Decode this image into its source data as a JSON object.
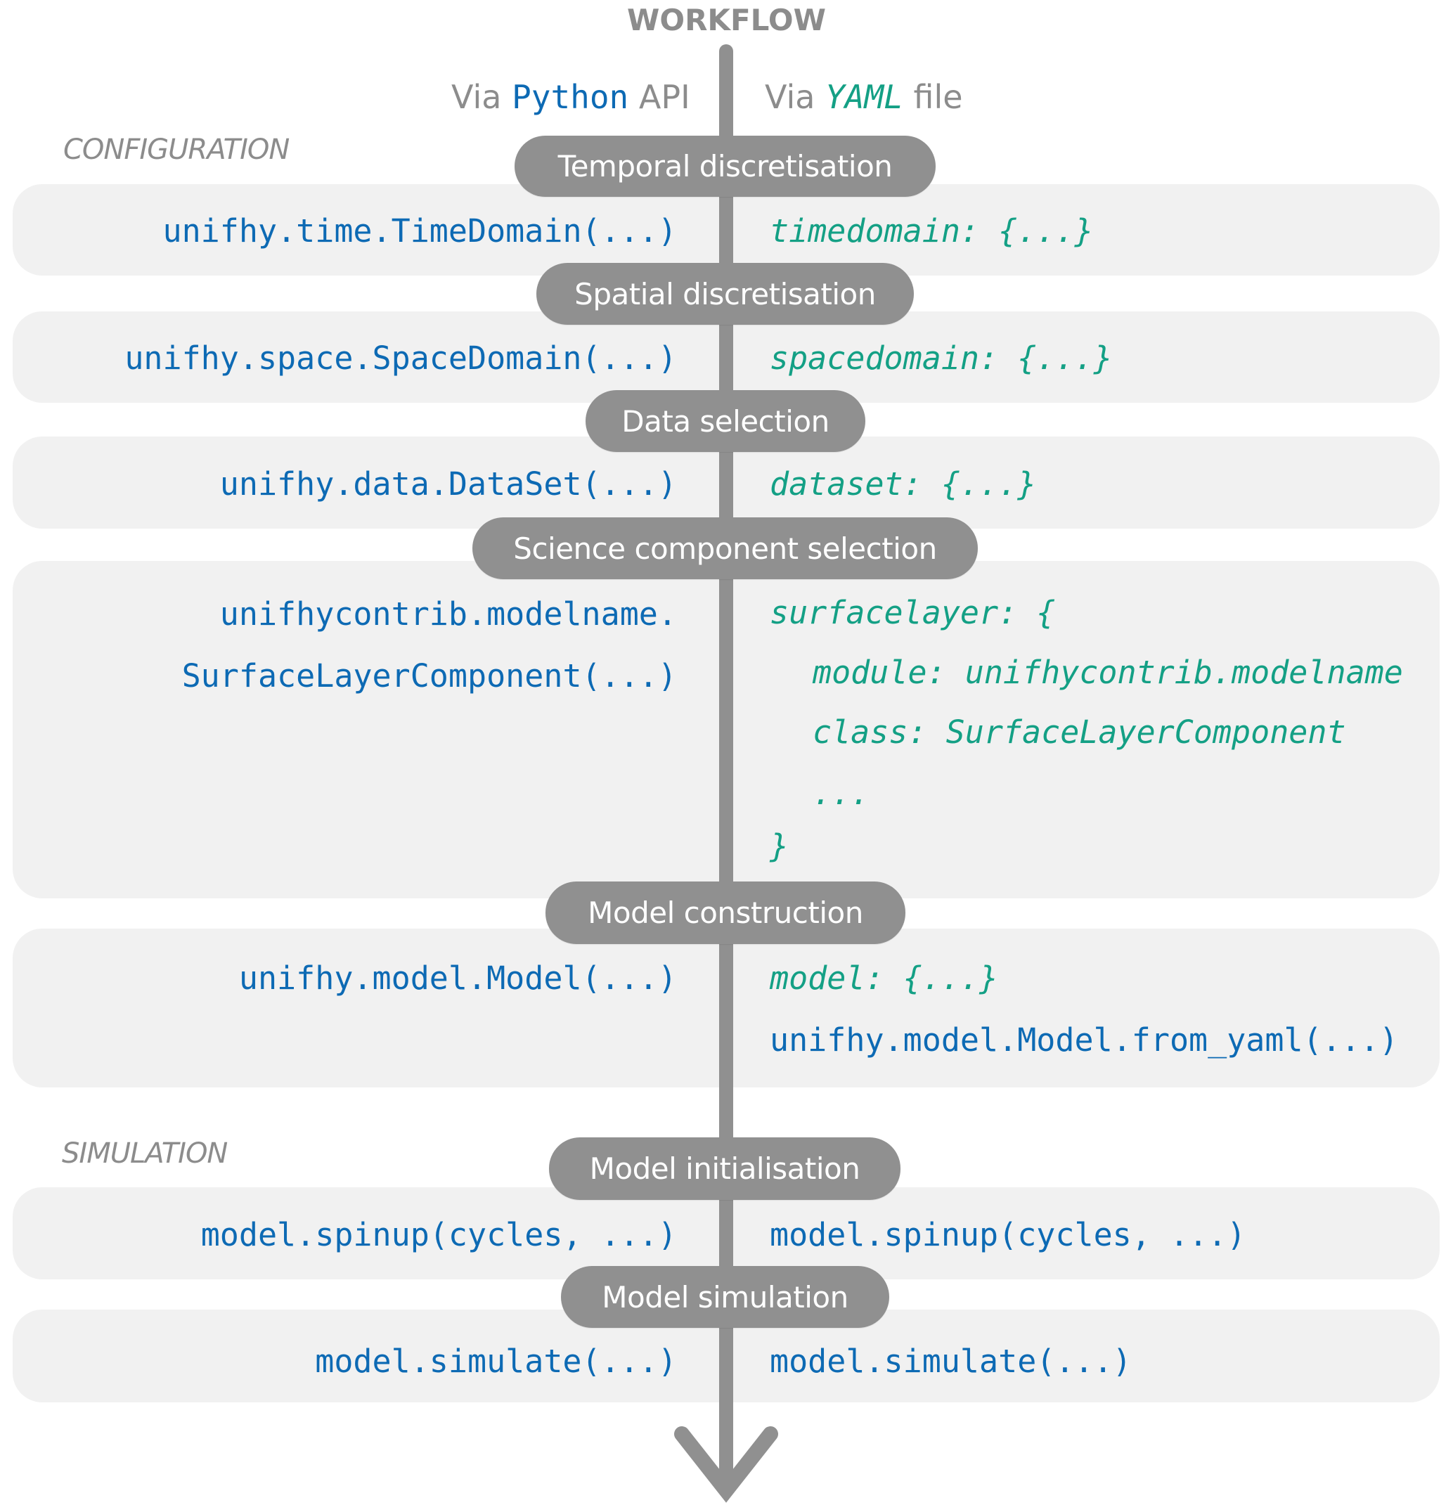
{
  "title": "WORKFLOW",
  "columns": {
    "left": {
      "prefix": "Via",
      "highlight": "Python",
      "suffix": "API"
    },
    "right": {
      "prefix": "Via",
      "highlight": "YAML",
      "suffix": "file"
    }
  },
  "sections": {
    "configuration": "CONFIGURATION",
    "simulation": "SIMULATION"
  },
  "colors": {
    "python_blue": "#0d6ab4",
    "yaml_green": "#14a085",
    "step_gray": "#909090",
    "band_gray": "#f1f1f1",
    "label_gray": "#8c8c8c"
  },
  "steps": [
    {
      "label": "Temporal discretisation",
      "python": [
        "unifhy.time.TimeDomain(...)"
      ],
      "yaml": [
        "timedomain: {...}"
      ]
    },
    {
      "label": "Spatial discretisation",
      "python": [
        "unifhy.space.SpaceDomain(...)"
      ],
      "yaml": [
        "spacedomain: {...}"
      ]
    },
    {
      "label": "Data selection",
      "python": [
        "unifhy.data.DataSet(...)"
      ],
      "yaml": [
        "dataset: {...}"
      ]
    },
    {
      "label": "Science component selection",
      "python": [
        "unifhycontrib.modelname.",
        "SurfaceLayerComponent(...)"
      ],
      "yaml": [
        "surfacelayer: {",
        "module: unifhycontrib.modelname",
        "class: SurfaceLayerComponent",
        "...",
        "}"
      ]
    },
    {
      "label": "Model construction",
      "python": [
        "unifhy.model.Model(...)"
      ],
      "yaml": [
        "model: {...}"
      ],
      "yaml_python": [
        "unifhy.model.Model.from_yaml(...)"
      ]
    },
    {
      "label": "Model initialisation",
      "python": [
        "model.spinup(cycles, ...)"
      ],
      "yaml_python": [
        "model.spinup(cycles, ...)"
      ]
    },
    {
      "label": "Model simulation",
      "python": [
        "model.simulate(...)"
      ],
      "yaml_python": [
        "model.simulate(...)"
      ]
    }
  ]
}
